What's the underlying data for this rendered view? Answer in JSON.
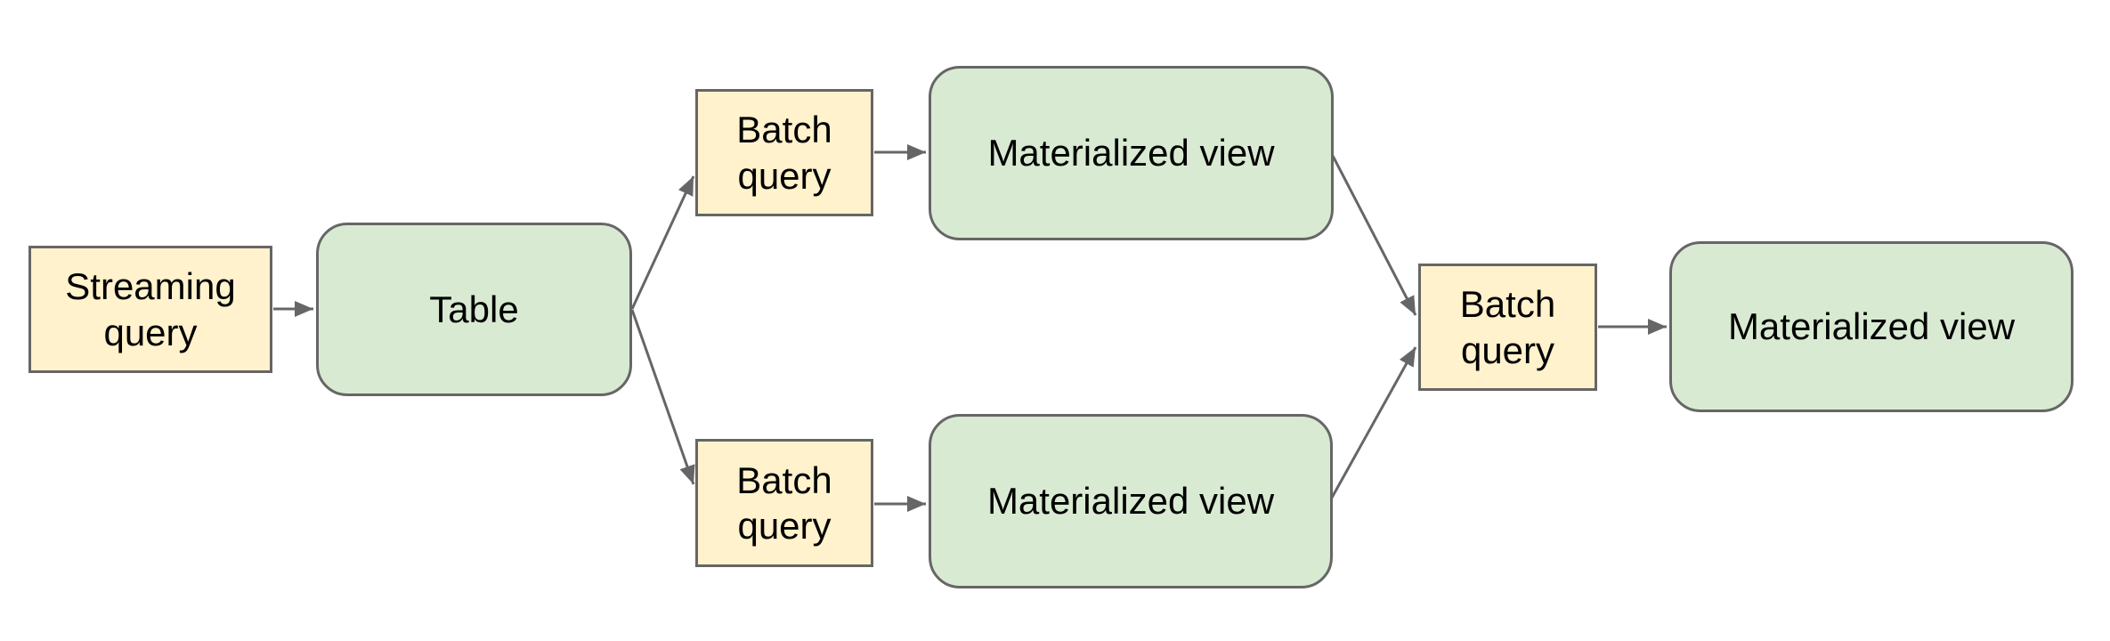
{
  "diagram": {
    "nodes": [
      {
        "id": "streaming-query",
        "label": "Streaming query",
        "shape": "rectangle",
        "fill": "#fff2cc"
      },
      {
        "id": "table",
        "label": "Table",
        "shape": "rounded-rectangle",
        "fill": "#d9ead3"
      },
      {
        "id": "batch-query-top",
        "label": "Batch query",
        "shape": "rectangle",
        "fill": "#fff2cc"
      },
      {
        "id": "materialized-view-top",
        "label": "Materialized view",
        "shape": "rounded-rectangle",
        "fill": "#d9ead3"
      },
      {
        "id": "batch-query-bottom",
        "label": "Batch query",
        "shape": "rectangle",
        "fill": "#fff2cc"
      },
      {
        "id": "materialized-view-bottom",
        "label": "Materialized view",
        "shape": "rounded-rectangle",
        "fill": "#d9ead3"
      },
      {
        "id": "batch-query-center",
        "label": "Batch query",
        "shape": "rectangle",
        "fill": "#fff2cc"
      },
      {
        "id": "materialized-view-final",
        "label": "Materialized view",
        "shape": "rounded-rectangle",
        "fill": "#d9ead3"
      }
    ],
    "edges": [
      {
        "from": "streaming-query",
        "to": "table"
      },
      {
        "from": "table",
        "to": "batch-query-top"
      },
      {
        "from": "table",
        "to": "batch-query-bottom"
      },
      {
        "from": "batch-query-top",
        "to": "materialized-view-top"
      },
      {
        "from": "batch-query-bottom",
        "to": "materialized-view-bottom"
      },
      {
        "from": "materialized-view-top",
        "to": "batch-query-center"
      },
      {
        "from": "materialized-view-bottom",
        "to": "batch-query-center"
      },
      {
        "from": "batch-query-center",
        "to": "materialized-view-final"
      }
    ],
    "colors": {
      "query_fill": "#fff2cc",
      "dataset_fill": "#d9ead3",
      "border": "#666666",
      "arrow": "#666666",
      "text": "#000000",
      "background": "#ffffff"
    }
  }
}
